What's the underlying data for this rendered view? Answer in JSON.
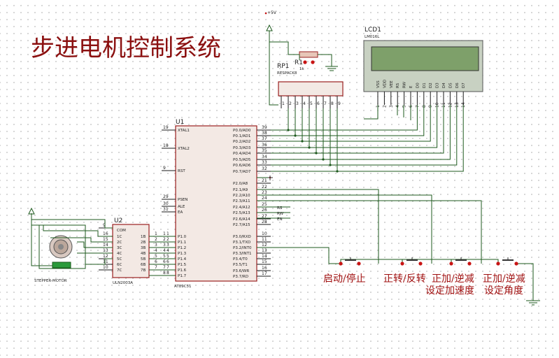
{
  "title": "步进电机控制系统",
  "power": {
    "label": "+5V"
  },
  "rp1": {
    "ref": "RP1",
    "value": "RESPACK8",
    "pins": [
      "1",
      "2",
      "3",
      "4",
      "5",
      "6",
      "7",
      "8",
      "9"
    ]
  },
  "r1": {
    "ref": "R1",
    "value": "1k"
  },
  "lcd": {
    "ref": "LCD1",
    "value": "LM016L",
    "pin_names": [
      "VSS",
      "VDD",
      "VEE",
      "RS",
      "RW",
      "E",
      "D0",
      "D1",
      "D2",
      "D3",
      "D4",
      "D5",
      "D6",
      "D7"
    ],
    "pin_numbers": [
      "1",
      "2",
      "3",
      "4",
      "5",
      "6",
      "7",
      "8",
      "9",
      "10",
      "11",
      "12",
      "13",
      "14"
    ]
  },
  "u1": {
    "ref": "U1",
    "value": "AT89C51",
    "left_pins": [
      {
        "num": "19",
        "name": "XTAL1"
      },
      {
        "num": "18",
        "name": "XTAL2"
      },
      {
        "num": "9",
        "name": "RST"
      },
      {
        "num": "29",
        "name": "PSEN"
      },
      {
        "num": "30",
        "name": "ALE"
      },
      {
        "num": "31",
        "name": "EA"
      },
      {
        "num": "1",
        "name": "P1.0"
      },
      {
        "num": "2",
        "name": "P1.1"
      },
      {
        "num": "3",
        "name": "P1.2"
      },
      {
        "num": "4",
        "name": "P1.3"
      },
      {
        "num": "5",
        "name": "P1.4"
      },
      {
        "num": "6",
        "name": "P1.5"
      },
      {
        "num": "7",
        "name": "P1.6"
      },
      {
        "num": "8",
        "name": "P1.7"
      }
    ],
    "right_pins": [
      {
        "num": "39",
        "name": "P0.0/AD0"
      },
      {
        "num": "38",
        "name": "P0.1/AD1"
      },
      {
        "num": "37",
        "name": "P0.2/AD2"
      },
      {
        "num": "36",
        "name": "P0.3/AD3"
      },
      {
        "num": "35",
        "name": "P0.4/AD4"
      },
      {
        "num": "34",
        "name": "P0.5/AD5"
      },
      {
        "num": "33",
        "name": "P0.6/AD6"
      },
      {
        "num": "32",
        "name": "P0.7/AD7"
      },
      {
        "num": "21",
        "name": "P2.0/A8"
      },
      {
        "num": "22",
        "name": "P2.1/A9"
      },
      {
        "num": "23",
        "name": "P2.2/A10"
      },
      {
        "num": "24",
        "name": "P2.3/A11"
      },
      {
        "num": "25",
        "name": "P2.4/A12"
      },
      {
        "num": "26",
        "name": "P2.5/A13"
      },
      {
        "num": "27",
        "name": "P2.6/A14"
      },
      {
        "num": "28",
        "name": "P2.7/A15"
      },
      {
        "num": "10",
        "name": "P3.0/RXD"
      },
      {
        "num": "11",
        "name": "P3.1/TXD"
      },
      {
        "num": "12",
        "name": "P3.2/INT0"
      },
      {
        "num": "13",
        "name": "P3.3/INT1"
      },
      {
        "num": "14",
        "name": "P3.4/T0"
      },
      {
        "num": "15",
        "name": "P3.5/T1"
      },
      {
        "num": "16",
        "name": "P3.6/WR"
      },
      {
        "num": "17",
        "name": "P3.7/RD"
      }
    ]
  },
  "u2": {
    "ref": "U2",
    "value": "ULN2003A",
    "com": {
      "num": "9",
      "name": "COM"
    },
    "rows": [
      {
        "in_num": "1",
        "in": "1B",
        "out": "1C",
        "out_num": "16"
      },
      {
        "in_num": "2",
        "in": "2B",
        "out": "2C",
        "out_num": "15"
      },
      {
        "in_num": "3",
        "in": "3B",
        "out": "3C",
        "out_num": "14"
      },
      {
        "in_num": "4",
        "in": "4B",
        "out": "4C",
        "out_num": "13"
      },
      {
        "in_num": "5",
        "in": "5B",
        "out": "5C",
        "out_num": "12"
      },
      {
        "in_num": "6",
        "in": "6B",
        "out": "6C",
        "out_num": "11"
      },
      {
        "in_num": "7",
        "in": "7B",
        "out": "7C",
        "out_num": "10"
      }
    ],
    "right_pins": [
      "16",
      "15",
      "14",
      "13",
      "12",
      "11",
      "10"
    ],
    "p1_labels": [
      "1",
      "2",
      "3",
      "4",
      "5",
      "6",
      "7",
      "8"
    ]
  },
  "motor": {
    "label": "STEPPER-MOTOR"
  },
  "net_labels": [
    "RS",
    "RW",
    "EN"
  ],
  "buttons": [
    {
      "label": "启动/停止",
      "sublabel": ""
    },
    {
      "label": "正转/反转",
      "sublabel": ""
    },
    {
      "label": "正加/逆减",
      "sublabel": "设定加速度"
    },
    {
      "label": "正加/逆减",
      "sublabel": "设定角度"
    }
  ]
}
